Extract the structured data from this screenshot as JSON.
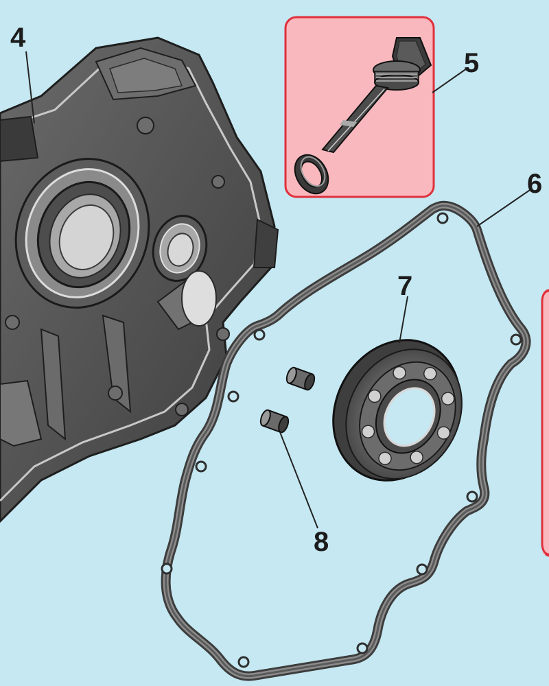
{
  "diagram": {
    "background": "#c5e8f2",
    "highlight_fill": "#f8b8bd",
    "highlight_stroke": "#e0303c",
    "part_fill": "#4a4a4a",
    "part_light": "#8d8d8d",
    "callouts": [
      {
        "id": "4",
        "label": "4",
        "part": "crankcase"
      },
      {
        "id": "5",
        "label": "5",
        "part": "oil-dipstick"
      },
      {
        "id": "6",
        "label": "6",
        "part": "gasket"
      },
      {
        "id": "7",
        "label": "7",
        "part": "ball-bearing"
      },
      {
        "id": "8",
        "label": "8",
        "part": "dowel-pins"
      }
    ]
  }
}
